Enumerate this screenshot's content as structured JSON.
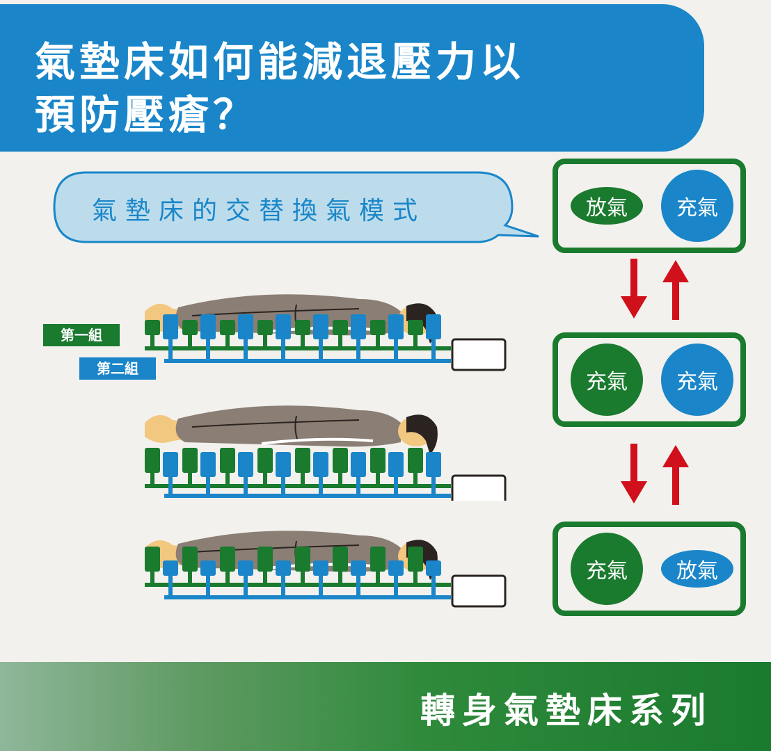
{
  "title": {
    "line1": "氣墊床如何能減退壓力以",
    "line2": "預防壓瘡？"
  },
  "bubble": {
    "text": "氣墊床的交替換氣模式"
  },
  "groups": {
    "group1_label": "第一組",
    "group2_label": "第二組"
  },
  "states": [
    {
      "left": {
        "label": "放氣",
        "color": "green",
        "size": "small"
      },
      "right": {
        "label": "充氣",
        "color": "blue",
        "size": "big"
      }
    },
    {
      "left": {
        "label": "充氣",
        "color": "green",
        "size": "big"
      },
      "right": {
        "label": "充氣",
        "color": "blue",
        "size": "big"
      }
    },
    {
      "left": {
        "label": "充氣",
        "color": "green",
        "size": "big"
      },
      "right": {
        "label": "放氣",
        "color": "blue",
        "size": "small"
      }
    }
  ],
  "footer": {
    "text": "轉身氣墊床系列"
  },
  "colors": {
    "green": "#1a7a2e",
    "blue": "#1a86c9",
    "arrow": "#d0101b",
    "background": "#f2f1ed"
  }
}
